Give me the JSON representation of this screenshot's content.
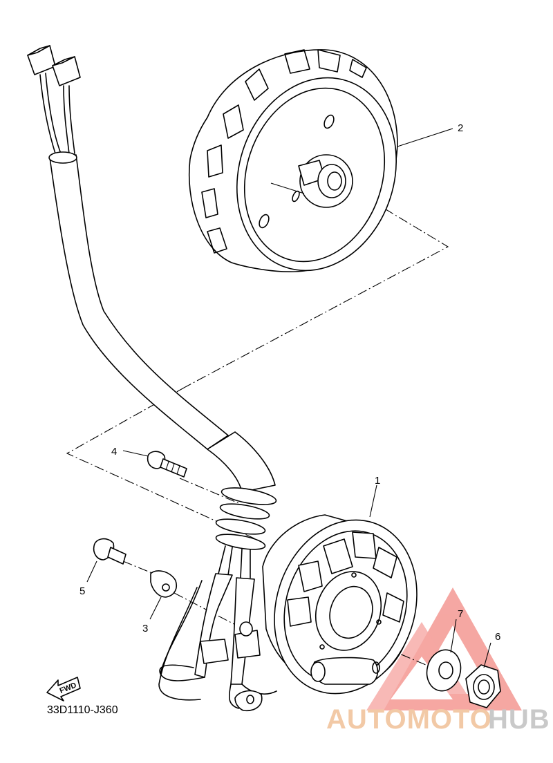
{
  "callouts": {
    "c1": "1",
    "c2": "2",
    "c3": "3",
    "c4": "4",
    "c5": "5",
    "c6": "6",
    "c7": "7"
  },
  "diagram_code": "33D1110-J360",
  "fwd_label": "FWD",
  "watermark": {
    "part1": "AUTOMOTO",
    "part2": "HUB",
    "colors": {
      "auto": "#f2c9a6",
      "hub": "#c9c9c9",
      "logo": "#f28a84"
    }
  }
}
